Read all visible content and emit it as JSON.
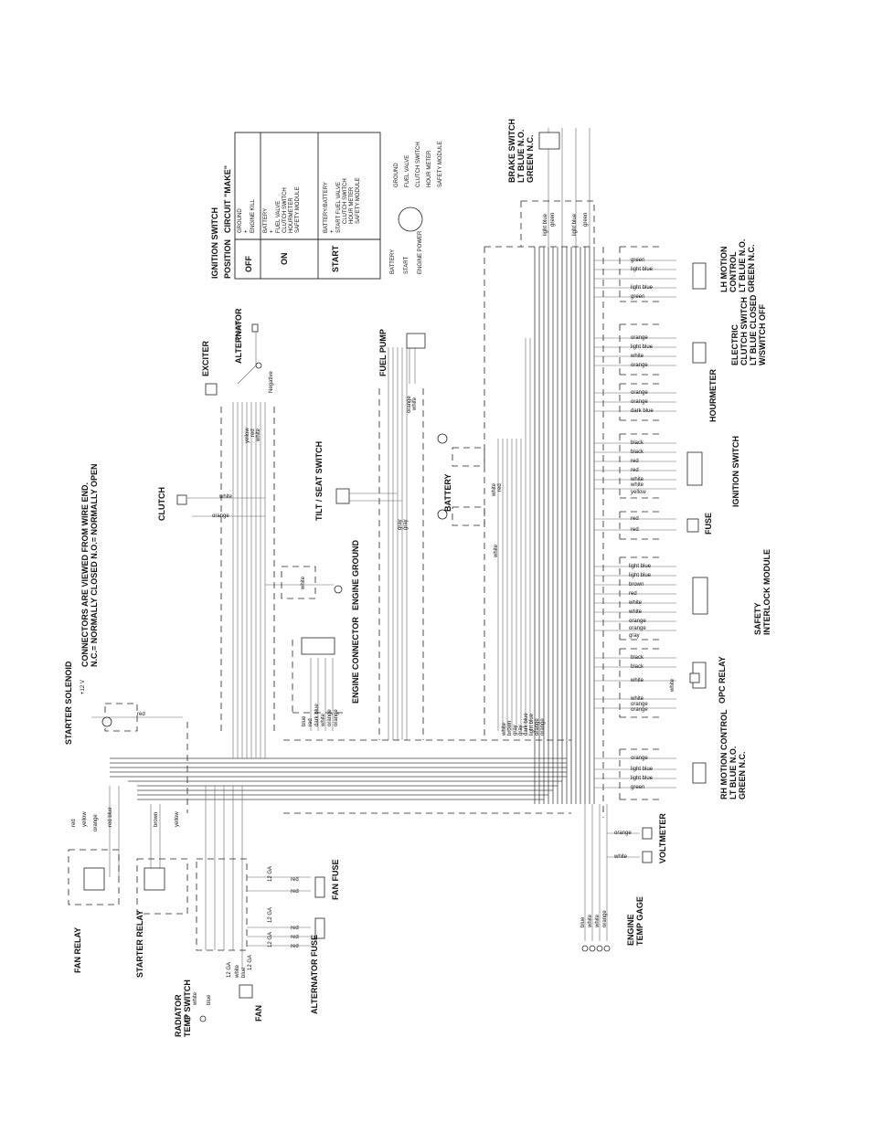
{
  "notes": {
    "connectors_note": [
      "CONNECTORS ARE VIEWED FROM WIRE END.",
      "N.C.= NORMALLY CLOSED      N.O.= NORMALLY OPEN"
    ]
  },
  "ignition_table": {
    "title": "IGNITION SWITCH",
    "headers": [
      "POSITION",
      "CIRCUIT \"MAKE\""
    ],
    "rows": [
      {
        "position": "OFF",
        "circuit": [
          "GROUND",
          "+",
          "ENGINE KILL"
        ]
      },
      {
        "position": "ON",
        "circuit": [
          "BATTERY",
          "+",
          "FUEL VALVE",
          "CLUTCH SWITCH",
          "HOURMETER",
          "SAFETY MODULE"
        ]
      },
      {
        "position": "START",
        "circuit": [
          "BATTERY/BATTERY",
          "+",
          "START  FUEL VALVE",
          "CLUTCH SWITCH",
          "HOUR METER",
          "SAFETY MODULE"
        ]
      }
    ]
  },
  "ignition_switch_diagram": {
    "left_labels": [
      "BATTERY",
      "START",
      "ENGINE POWER"
    ],
    "right_labels": [
      "GROUND",
      "FUEL VALVE",
      "CLUTCH SWITCH",
      "HOUR METER",
      "SAFETY MODULE"
    ]
  },
  "components": {
    "exciter": "EXCITER",
    "alternator": "ALTERNATOR",
    "positive": "Positive",
    "negative": "Negative",
    "fuel_pump": "FUEL PUMP",
    "clutch": "CLUTCH",
    "tilt_seat_switch": "TILT / SEAT SWITCH",
    "battery": "BATTERY",
    "engine_ground": "ENGINE GROUND",
    "engine_connector": "ENGINE CONNECTOR",
    "starter_solenoid": "STARTER SOLENOID",
    "plus_12v": "+12 V",
    "brake_switch": [
      "BRAKE SWITCH",
      "LT BLUE N.O.",
      "GREEN N.C."
    ],
    "lh_motion_control": [
      "LH MOTION",
      "CONTROL",
      "LT BLUE N.O.",
      "GREEN N.C."
    ],
    "electric_clutch_switch": [
      "ELECTRIC",
      "CLUTCH SWITCH",
      "LT BLUE CLOSED",
      "W/SWITCH OFF"
    ],
    "hourmeter": "HOURMETER",
    "ignition_switch": "IGNITION SWITCH",
    "fuse": "FUSE",
    "safety_interlock_module": [
      "SAFETY",
      "INTERLOCK MODULE"
    ],
    "opc_relay": "OPC RELAY",
    "rh_motion_control": [
      "RH MOTION CONTROL",
      "LT BLUE N.O.",
      "GREEN N.C."
    ],
    "voltmeter": "VOLTMETER",
    "engine_temp_gage": [
      "ENGINE",
      "TEMP GAGE"
    ],
    "fan_relay": "FAN RELAY",
    "starter_relay": "STARTER RELAY",
    "radiator_temp_switch": [
      "RADIATOR",
      "TEMP SWITCH"
    ],
    "fan": "FAN",
    "alternator_fuse": "ALTERNATOR FUSE",
    "fan_fuse": "FAN FUSE",
    "ga12": "12 GA"
  },
  "wire_colors": {
    "alternator": [
      "yellow",
      "red",
      "white"
    ],
    "fuel_pump": [
      "orange",
      "white"
    ],
    "clutch": [
      "white",
      "orange"
    ],
    "tilt_seat": [
      "gray",
      "gray"
    ],
    "battery": [
      "white",
      "red",
      "white"
    ],
    "engine_ground": "white",
    "engine_connector": [
      "blue",
      "red",
      "dark blue",
      "white",
      "orange",
      "orange"
    ],
    "starter_solenoid": "red",
    "harness": [
      "white",
      "brown",
      "gray",
      "gray",
      "dark blue",
      "light blue",
      "orange",
      "orange"
    ],
    "brake_switch": [
      "light blue",
      "green",
      "light blue",
      "green"
    ],
    "lh_motion": [
      "green",
      "light blue",
      "light blue",
      "green"
    ],
    "electric_clutch": [
      "orange",
      "light blue",
      "white",
      "orange"
    ],
    "hourmeter": [
      "orange",
      "orange",
      "dark blue"
    ],
    "ignition": [
      "black",
      "black",
      "red",
      "red",
      "white",
      "white",
      "yellow"
    ],
    "fuse": [
      "red",
      "red"
    ],
    "safety": [
      "light blue",
      "light blue",
      "brown",
      "red",
      "white",
      "white",
      "orange",
      "orange",
      "gray"
    ],
    "opc_relay": [
      "black",
      "black",
      "white",
      "white",
      "orange",
      "orange",
      "white"
    ],
    "rh_motion": [
      "orange",
      "light blue",
      "light blue",
      "green"
    ],
    "voltmeter": [
      "orange",
      "white"
    ],
    "temp_gage": [
      "blue",
      "white",
      "white",
      "orange"
    ],
    "fan_relay": [
      "red",
      "yellow",
      "orange",
      "red blue"
    ],
    "starter_relay": [
      "brown",
      "yellow"
    ],
    "radiator": [
      "white",
      "blue"
    ],
    "fan": [
      "white",
      "blue"
    ],
    "fuses": [
      "red",
      "red",
      "red",
      "red",
      "red"
    ]
  }
}
